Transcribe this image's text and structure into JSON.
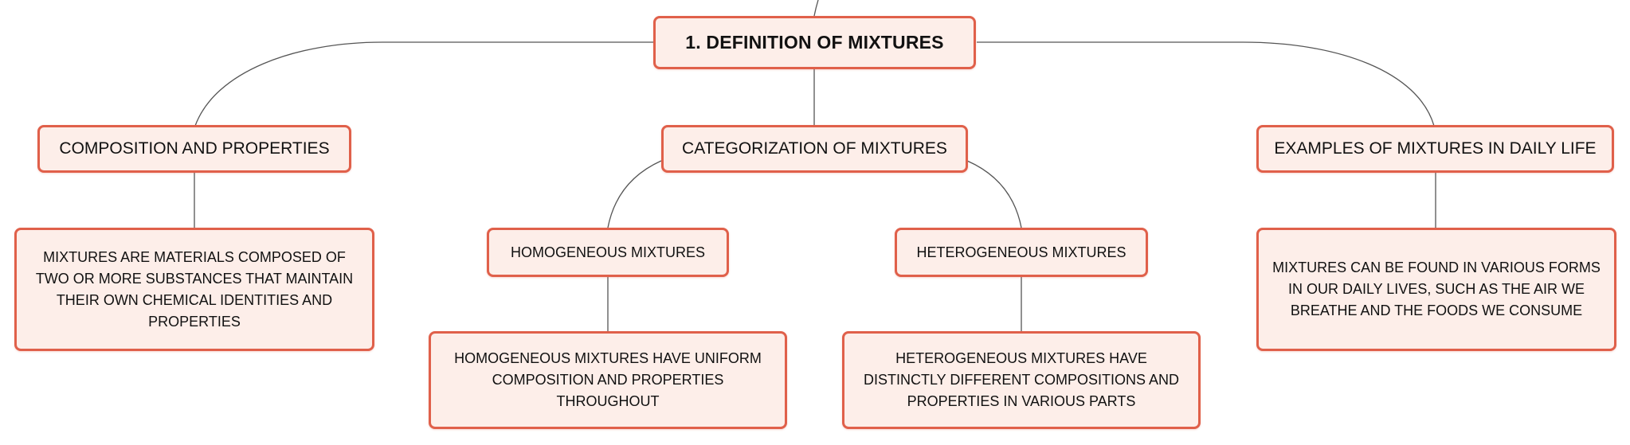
{
  "theme": {
    "node_fill": "#fdeee9",
    "node_border": "#e0604a",
    "line": "#555555",
    "text": "#111111"
  },
  "root": {
    "label": "1. DEFINITION OF MIXTURES"
  },
  "branches": {
    "composition": {
      "label": "COMPOSITION AND PROPERTIES",
      "detail": "MIXTURES ARE MATERIALS COMPOSED OF TWO OR MORE SUBSTANCES THAT MAINTAIN THEIR OWN CHEMICAL IDENTITIES AND PROPERTIES"
    },
    "categorization": {
      "label": "CATEGORIZATION OF MIXTURES",
      "homogeneous": {
        "label": "HOMOGENEOUS MIXTURES",
        "detail": "HOMOGENEOUS MIXTURES HAVE UNIFORM COMPOSITION AND PROPERTIES THROUGHOUT"
      },
      "heterogeneous": {
        "label": "HETEROGENEOUS MIXTURES",
        "detail": "HETEROGENEOUS MIXTURES HAVE DISTINCTLY DIFFERENT COMPOSITIONS AND PROPERTIES IN VARIOUS PARTS"
      }
    },
    "examples": {
      "label": "EXAMPLES OF MIXTURES IN DAILY LIFE",
      "detail": "MIXTURES CAN BE FOUND IN VARIOUS FORMS IN OUR DAILY LIVES, SUCH AS THE AIR WE BREATHE AND THE FOODS WE CONSUME"
    }
  }
}
